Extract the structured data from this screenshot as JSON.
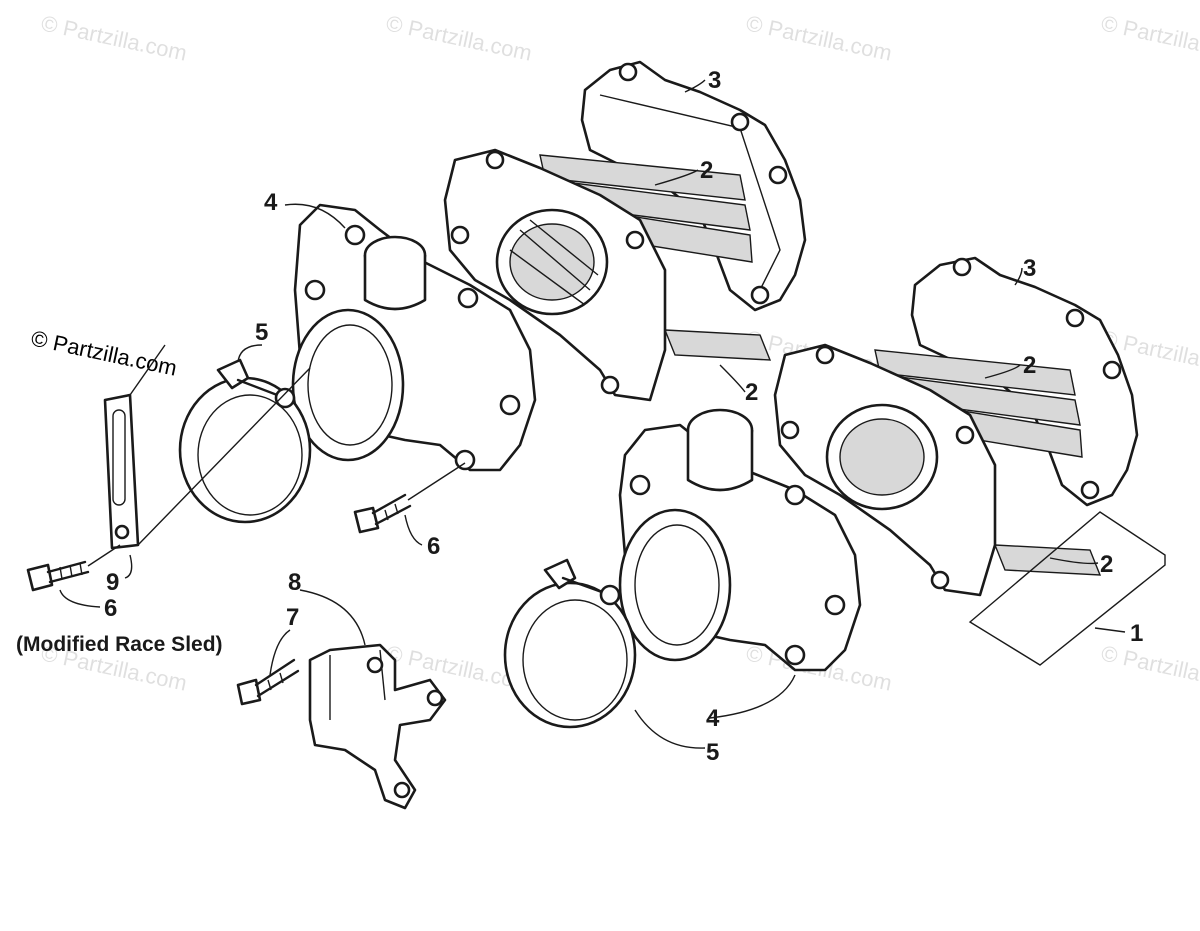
{
  "watermark_text": "© Partzilla.com",
  "callouts": {
    "label_1": "1",
    "label_2a": "2",
    "label_2b": "2",
    "label_2c": "2",
    "label_2d": "2",
    "label_3a": "3",
    "label_3b": "3",
    "label_4a": "4",
    "label_4b": "4",
    "label_5a": "5",
    "label_5b": "5",
    "label_6a": "6",
    "label_6b": "6",
    "label_7": "7",
    "label_8": "8",
    "label_9": "9"
  },
  "note": "(Modified Race Sled)",
  "colors": {
    "line": "#1a1a1a",
    "background": "#ffffff",
    "petal_fill": "#d8d8d8"
  }
}
